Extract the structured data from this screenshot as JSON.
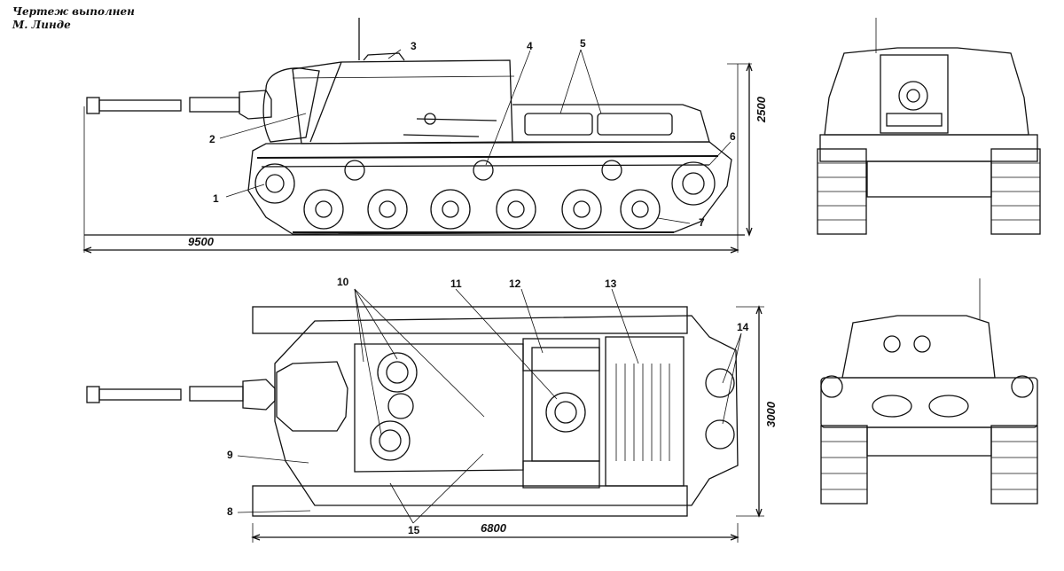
{
  "credit": {
    "line1": "Чертеж выполнен",
    "line2": "М. Линде"
  },
  "dimensions": {
    "side_length": "9500",
    "side_height": "2500",
    "top_length": "6800",
    "top_width": "3000"
  },
  "callouts": [
    "1",
    "2",
    "3",
    "4",
    "5",
    "6",
    "7",
    "8",
    "9",
    "10",
    "11",
    "12",
    "13",
    "14",
    "15"
  ]
}
